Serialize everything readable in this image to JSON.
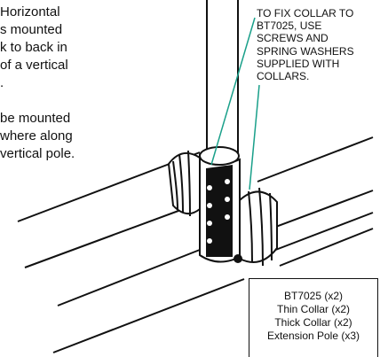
{
  "intro_text": {
    "para1": [
      "Horizontal",
      "s mounted",
      "k to back in",
      "of a vertical",
      "."
    ],
    "para2": [
      "be mounted",
      "where along",
      "vertical pole."
    ]
  },
  "callout": {
    "lines": [
      "TO FIX COLLAR TO",
      "BT7025, USE",
      "SCREWS AND",
      "SPRING WASHERS",
      "SUPPLIED WITH",
      "COLLARS."
    ]
  },
  "parts_list": [
    {
      "label": "BT7025 (x2)"
    },
    {
      "label": "Thin Collar (x2)"
    },
    {
      "label": "Thick Collar (x2)"
    },
    {
      "label": "Extension Pole (x3)"
    }
  ],
  "colors": {
    "leader_line": "#1aa08a",
    "line_art": "#111111"
  }
}
